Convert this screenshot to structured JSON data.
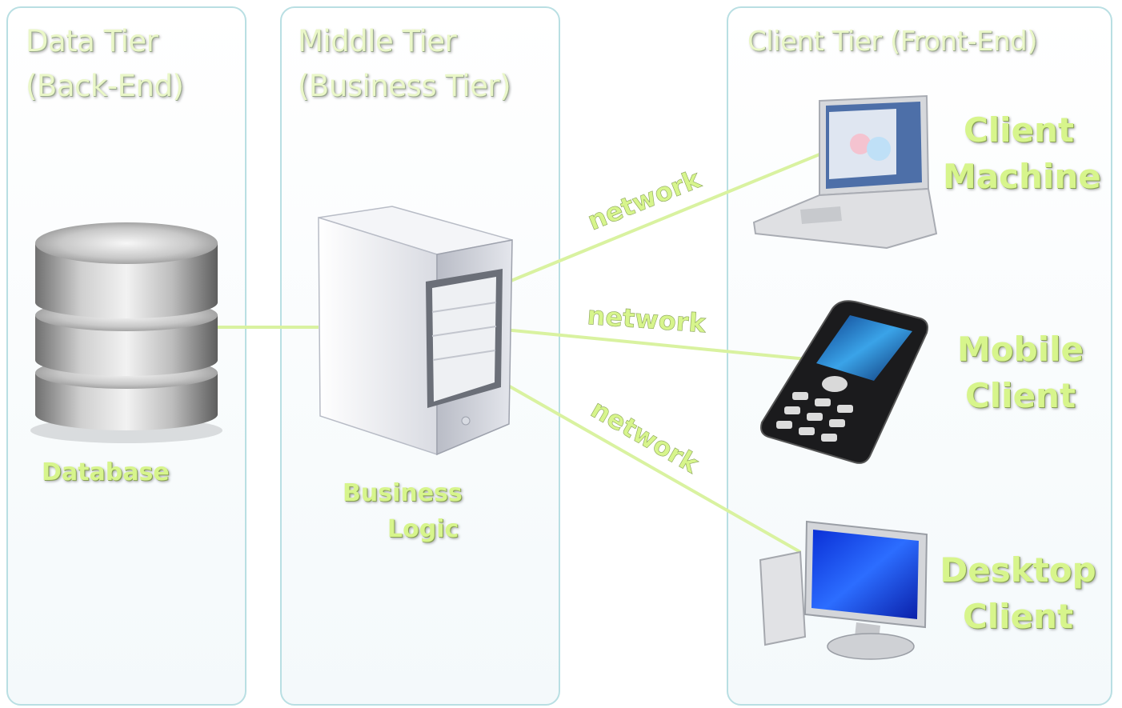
{
  "tiers": {
    "data": {
      "title_line1": "Data Tier",
      "title_line2": "(Back-End)"
    },
    "middle": {
      "title_line1": "Middle Tier",
      "title_line2": "(Business Tier)"
    },
    "client": {
      "title_line1": "Client Tier (Front-End)"
    }
  },
  "nodes": {
    "database": {
      "label": "Database",
      "icon": "database-icon"
    },
    "server": {
      "label_line1": "Business",
      "label_line2": "Logic",
      "icon": "server-icon"
    },
    "laptop": {
      "label_line1": "Client",
      "label_line2": "Machine",
      "icon": "laptop-icon"
    },
    "mobile": {
      "label_line1": "Mobile",
      "label_line2": "Client",
      "icon": "mobile-phone-icon"
    },
    "desktop": {
      "label_line1": "Desktop",
      "label_line2": "Client",
      "icon": "desktop-computer-icon"
    }
  },
  "connections": {
    "laptop": "network",
    "mobile": "network",
    "desktop": "network"
  },
  "colors": {
    "panel_border": "#b9dfe3",
    "label_green": "#d7f58c",
    "connector": "#d9f2a0"
  }
}
